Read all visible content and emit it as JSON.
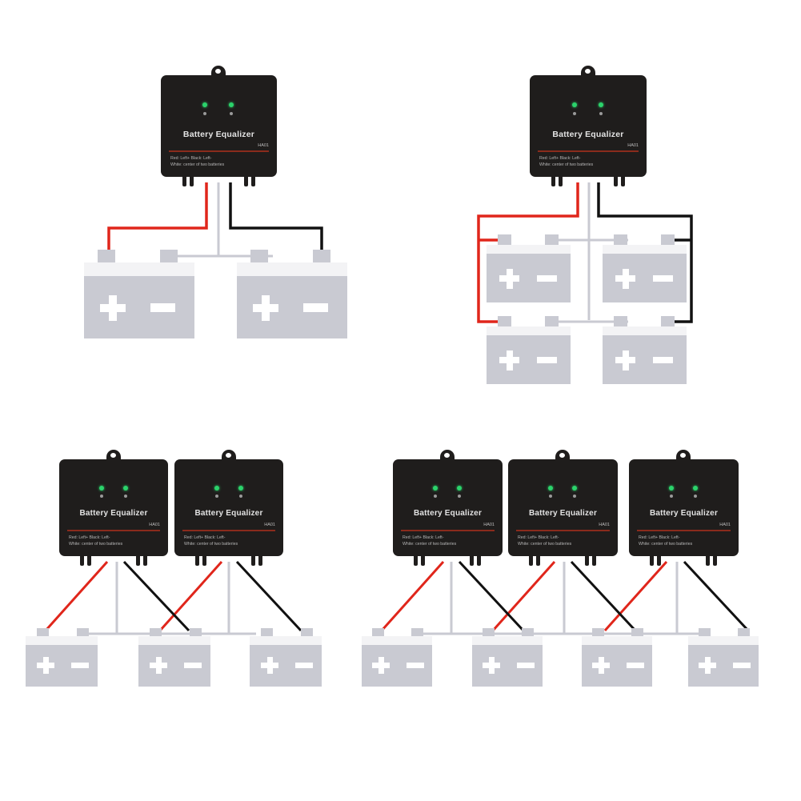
{
  "device": {
    "title": "Battery Equalizer",
    "model": "HA01",
    "note_line1": "Red: Left+       Black: Left-",
    "note_line2": "White: center of two batteries",
    "led_color": "#2bd36b",
    "body_color": "#1f1d1c"
  },
  "battery": {
    "plus_symbol": "+",
    "minus_symbol": "−",
    "body_color": "#c9cad2",
    "band_color": "#f3f3f5"
  },
  "wire_colors": {
    "positive": "#e0261b",
    "negative": "#111111",
    "center": "#c9cad2"
  },
  "diagrams": [
    {
      "name": "2-batteries-series",
      "equalizers": 1,
      "batteries": 2,
      "layout": "1 row of 2"
    },
    {
      "name": "4-batteries-series-parallel",
      "equalizers": 1,
      "batteries": 4,
      "layout": "2 rows of 2"
    },
    {
      "name": "3-batteries-series",
      "equalizers": 2,
      "batteries": 3,
      "layout": "1 row of 3"
    },
    {
      "name": "4-batteries-series",
      "equalizers": 3,
      "batteries": 4,
      "layout": "1 row of 4"
    }
  ],
  "captions": {
    "bottom_left": "",
    "bottom_right": ""
  }
}
